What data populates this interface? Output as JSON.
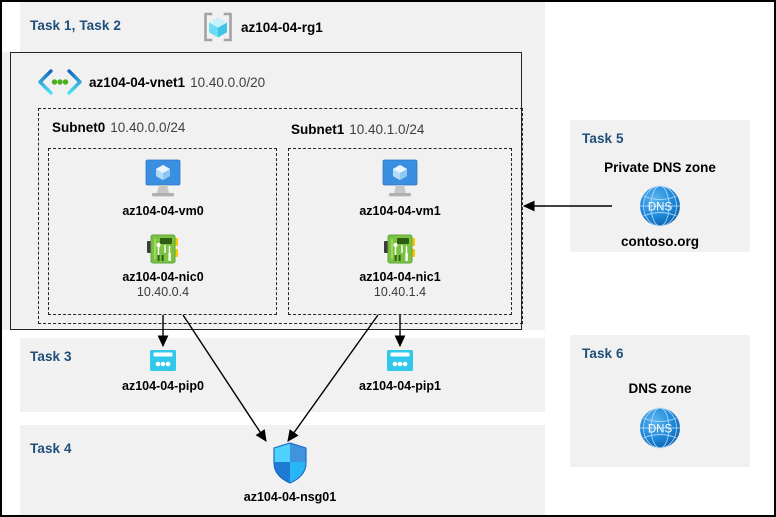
{
  "diagram": {
    "title_tasks": "Task 1, Task 2",
    "resource_group": {
      "icon": "resource-group-icon",
      "name": "az104-04-rg1"
    },
    "vnet": {
      "icon": "virtual-network-icon",
      "name": "az104-04-vnet1",
      "cidr": "10.40.0.0/20"
    },
    "subnets": [
      {
        "name": "Subnet0",
        "cidr": "10.40.0.0/24",
        "vm": {
          "icon": "virtual-machine-icon",
          "name": "az104-04-vm0"
        },
        "nic": {
          "icon": "network-interface-icon",
          "name": "az104-04-nic0",
          "ip": "10.40.0.4"
        }
      },
      {
        "name": "Subnet1",
        "cidr": "10.40.1.0/24",
        "vm": {
          "icon": "virtual-machine-icon",
          "name": "az104-04-vm1"
        },
        "nic": {
          "icon": "network-interface-icon",
          "name": "az104-04-nic1",
          "ip": "10.40.1.4"
        }
      }
    ],
    "task3": {
      "label": "Task 3",
      "public_ips": [
        {
          "icon": "public-ip-address-icon",
          "name": "az104-04-pip0"
        },
        {
          "icon": "public-ip-address-icon",
          "name": "az104-04-pip1"
        }
      ]
    },
    "task4": {
      "label": "Task 4",
      "nsg": {
        "icon": "network-security-group-icon",
        "name": "az104-04-nsg01"
      }
    },
    "task5": {
      "label": "Task 5",
      "title": "Private DNS zone",
      "icon": "dns-zone-icon",
      "icon_text": "DNS",
      "zone_name": "contoso.org"
    },
    "task6": {
      "label": "Task 6",
      "title": "DNS zone",
      "icon": "dns-zone-icon",
      "icon_text": "DNS"
    },
    "colors": {
      "task_label": "#1f4e79",
      "panel_bg": "#f1f1f1",
      "page_bg": "#ffffff",
      "vm_icon": "#3a8fe0",
      "nic_icon": "#5ea73e",
      "pip_icon": "#32c8ea",
      "dns_icon": "#1b86d8",
      "nsg_icon": "#4fd2ff",
      "rg_icon": "#68dcf5",
      "vnet_icon": "#0f6cbd",
      "border": "#262626"
    }
  }
}
